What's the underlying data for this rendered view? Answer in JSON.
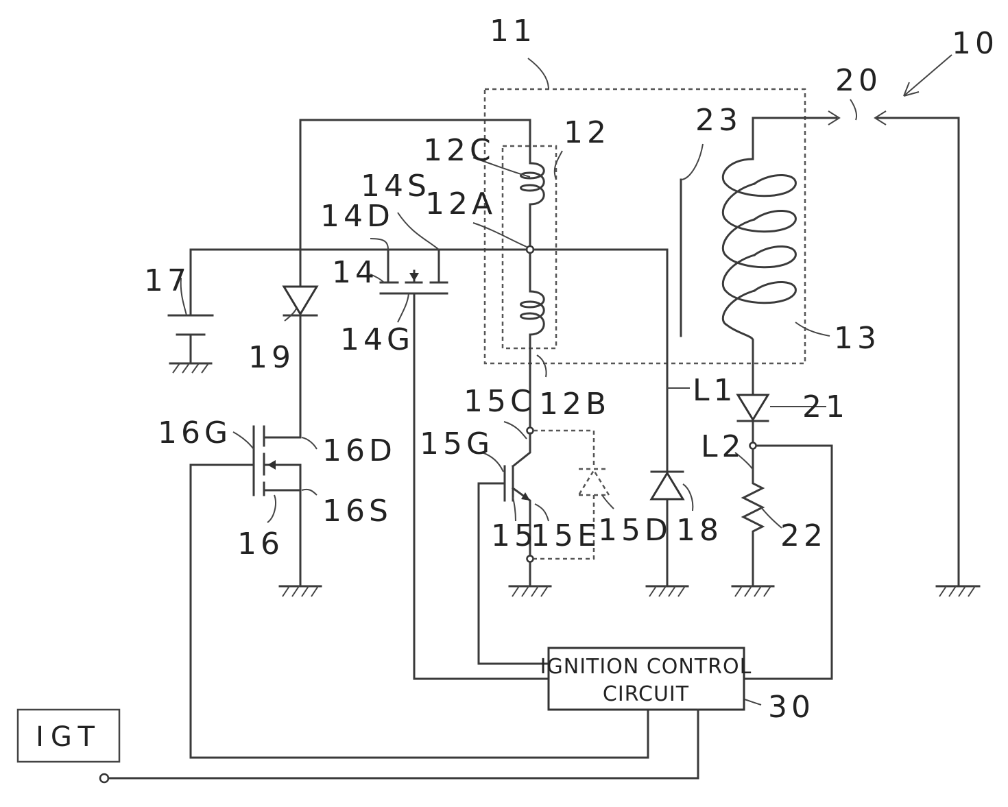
{
  "labels": {
    "l10": "10",
    "l11": "11",
    "l12": "12",
    "l12C": "12C",
    "l12A": "12A",
    "l12B": "12B",
    "l13": "13",
    "l14": "14",
    "l14D": "14D",
    "l14S": "14S",
    "l14G": "14G",
    "l15": "15",
    "l15C": "15C",
    "l15G": "15G",
    "l15E": "15E",
    "l15D": "15D",
    "l16": "16",
    "l16G": "16G",
    "l16D": "16D",
    "l16S": "16S",
    "l17": "17",
    "l18": "18",
    "l19": "19",
    "l20": "20",
    "l21": "21",
    "l22": "22",
    "l23": "23",
    "l30": "30",
    "lL1": "L1",
    "lL2": "L2"
  },
  "control_box": {
    "line1": "IGNITION CONTROL",
    "line2": "CIRCUIT"
  },
  "igt": {
    "label": "IGT"
  },
  "colors": {
    "line": "#3a3a3a",
    "background": "#ffffff"
  }
}
